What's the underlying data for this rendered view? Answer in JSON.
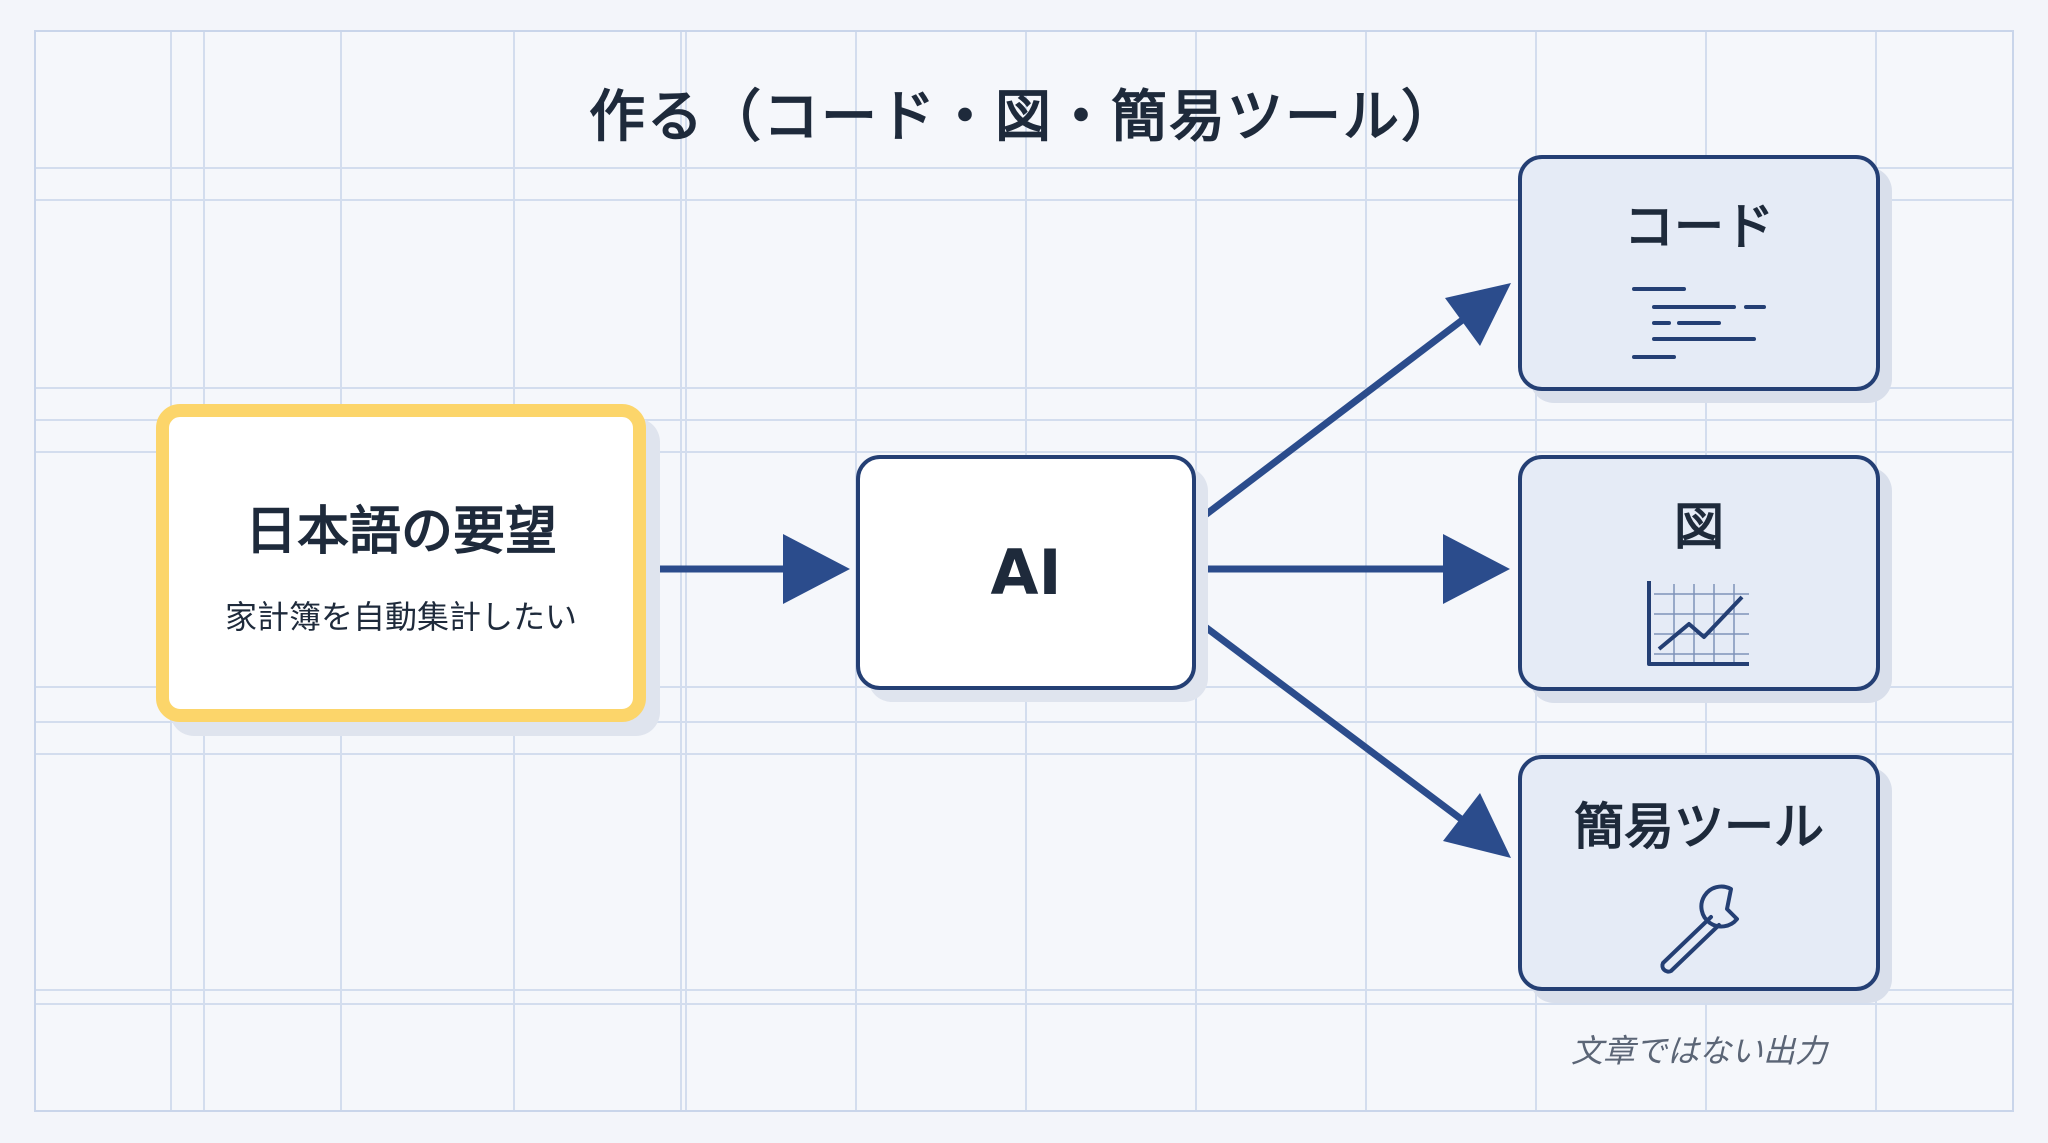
{
  "title": "作る（コード・図・簡易ツール）",
  "input": {
    "title": "日本語の要望",
    "subtitle": "家計簿を自動集計したい"
  },
  "ai": {
    "label": "AI"
  },
  "outputs": [
    {
      "label": "コード",
      "icon": "code-lines-icon"
    },
    {
      "label": "図",
      "icon": "line-chart-icon"
    },
    {
      "label": "簡易ツール",
      "icon": "wrench-icon"
    }
  ],
  "footnote": "文章ではない出力",
  "colors": {
    "accent_navy": "#243f74",
    "arrow": "#2b4c8c",
    "highlight_yellow": "#fcd56a",
    "output_fill": "#e5ebf6",
    "grid": "#c9d5ea"
  }
}
